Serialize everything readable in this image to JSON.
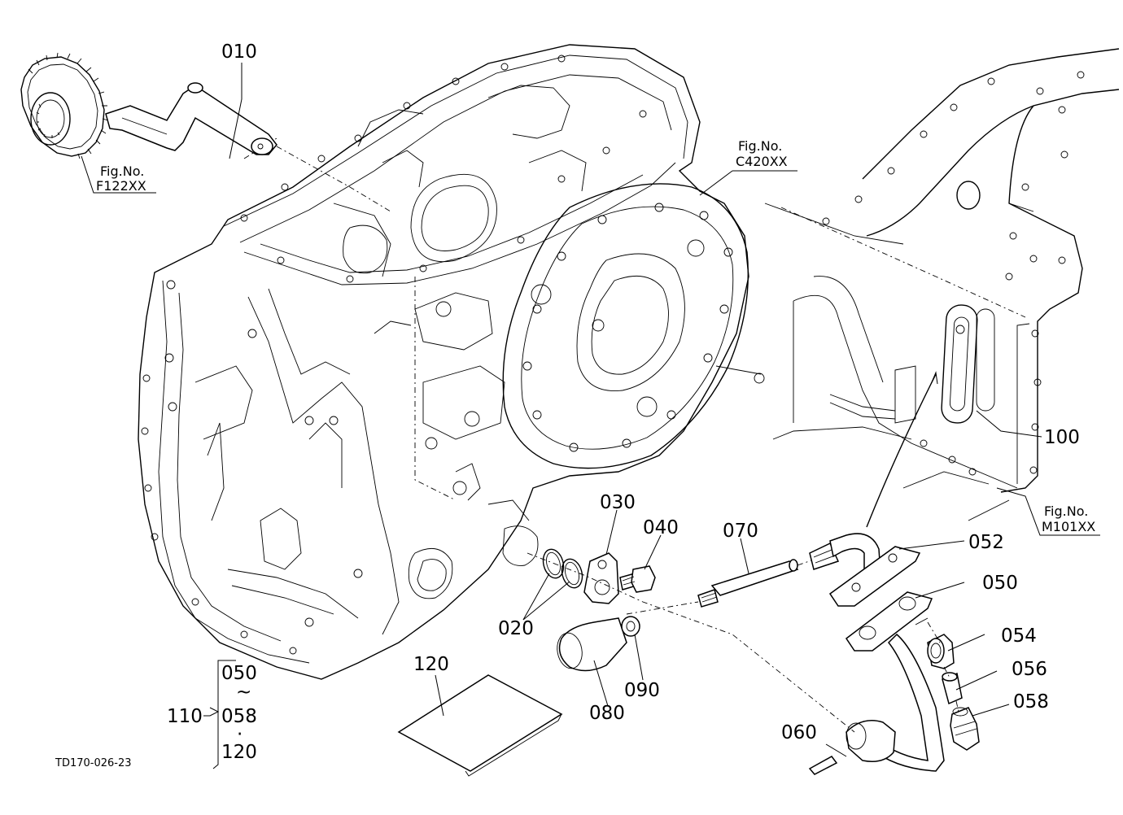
{
  "drawing_code": "TD170-026-23",
  "part_labels": {
    "p010": "010",
    "p020": "020",
    "p030": "030",
    "p040": "040",
    "p050": "050",
    "p052": "052",
    "p054": "054",
    "p056": "056",
    "p058": "058",
    "p060": "060",
    "p070": "070",
    "p080": "080",
    "p090": "090",
    "p100": "100",
    "p120": "120"
  },
  "set_bracket": {
    "label": "110",
    "from": "050",
    "range_symbol": "~",
    "to": "058",
    "separator": "·",
    "plus": "120"
  },
  "figure_refs": [
    {
      "heading": "Fig.No.",
      "code": "F122XX"
    },
    {
      "heading": "Fig.No.",
      "code": "C420XX"
    },
    {
      "heading": "Fig.No.",
      "code": "M101XX"
    }
  ]
}
